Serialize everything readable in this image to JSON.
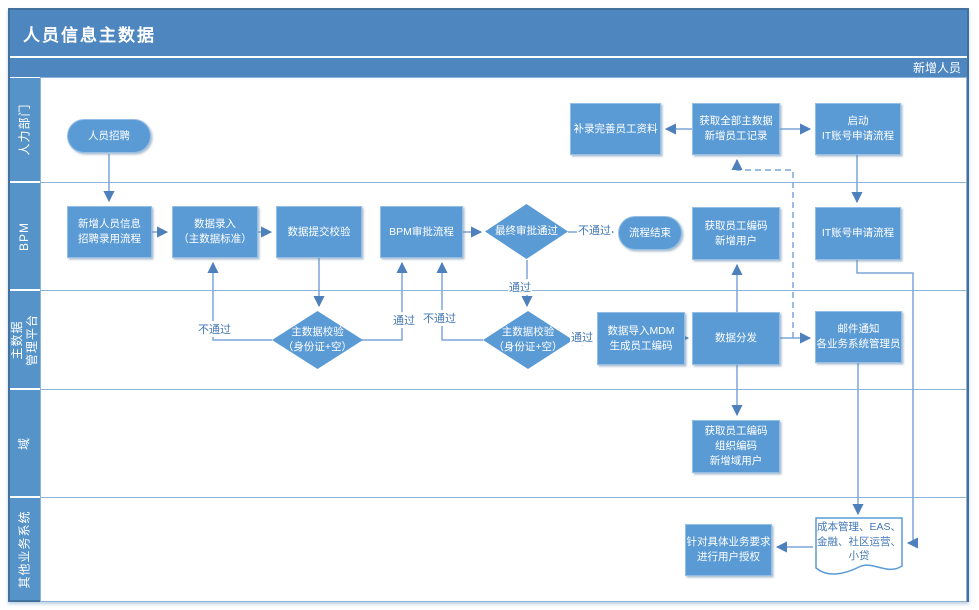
{
  "title": "人员信息主数据",
  "header": {
    "right_label": "新增人员"
  },
  "lanes": [
    {
      "label": "人力部门"
    },
    {
      "label": "BPM"
    },
    {
      "label": "主数据\n管理平台"
    },
    {
      "label": "域"
    },
    {
      "label": "其他业务系统"
    }
  ],
  "nodes": {
    "recruit": "人员招聘",
    "hr_supplement": "补录完善员工资料",
    "hr_get_master": "获取全部主数据\n新增员工记录",
    "hr_start_it": "启动\nIT账号申请流程",
    "bpm_new_info": "新增人员信息\n招聘录用流程",
    "bpm_data_entry": "数据录入\n（主数据标准）",
    "bpm_submit_check": "数据提交校验",
    "bpm_approval": "BPM审批流程",
    "bpm_final_check": "最终审批通过",
    "bpm_end": "流程结束",
    "bpm_get_code": "获取员工编码\n新增用户",
    "bpm_it_process": "IT账号申请流程",
    "mdm_check1": "主数据校验\n（身份证+空）",
    "mdm_check2": "主数据校验\n（身份证+空）",
    "mdm_import": "数据导入MDM\n生成员工编码",
    "mdm_distribute": "数据分发",
    "mdm_notify": "邮件通知\n各业务系统管理员",
    "domain_get_code": "获取员工编码\n组织编码\n新增域用户",
    "other_auth": "针对具体业务要求\n进行用户授权",
    "other_systems_doc": "成本管理、EAS、\n金融、社区运营、\n小贷"
  },
  "edge_labels": {
    "fail_check1": "不通过",
    "pass_check1": "通过",
    "fail_check2": "不通过",
    "pass_final": "通过",
    "fail_final": "不通过",
    "pass_check2": "通过"
  },
  "colors": {
    "bar_blue": "#4E86C0",
    "node_blue": "#5B9BD5",
    "lane_label_blue": "#5693C9",
    "connector_line": "#7CA6D7",
    "arrowhead": "#4E81BC",
    "edge_label_text": "#4377B6",
    "frame_border": "#41719C"
  }
}
